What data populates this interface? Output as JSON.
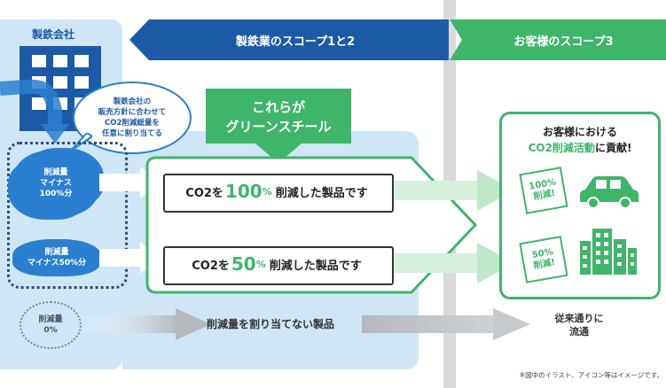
{
  "company": {
    "title": "製鉄会社",
    "bubble": "製鉄会社の\n販売方針に合わせて\nCO2削減総量を\n任意に割り当てる",
    "cloud_100": "削減量\nマイナス\n100%分",
    "cloud_50": "削減量\nマイナス50%分",
    "cloud_0": "削減量\n0%"
  },
  "headers": {
    "scope12": "製鉄業のスコープ1と2",
    "scope3": "お客様のスコープ3"
  },
  "green_steel_tab": "これらが\nグリーンスチール",
  "products": {
    "row100": {
      "prefix": "CO2を",
      "pct": "100",
      "unit": "%",
      "suffix": "削減した製品です"
    },
    "row50": {
      "prefix": "CO2を",
      "pct": "50",
      "unit": "%",
      "suffix": "削減した製品です"
    },
    "row0": "削減量を割り当てない製品"
  },
  "customer": {
    "title_line1": "お客様における",
    "title_highlight": "CO2削減活動",
    "title_tail": "に貢献!",
    "badge100": "100%\n削減!",
    "badge50": "50%\n削減!",
    "distribution": "従来通りに\n流通"
  },
  "note": "※図中のイラスト、アイコン等はイメージです。",
  "colors": {
    "blue_dark": "#1d5aa6",
    "blue_mid": "#2a7fd0",
    "blue_light": "#cfe6f7",
    "green": "#3fb56a",
    "green_dark": "#2a9a52",
    "green_light": "#bfe8c9",
    "gray": "#bfc2c5"
  }
}
